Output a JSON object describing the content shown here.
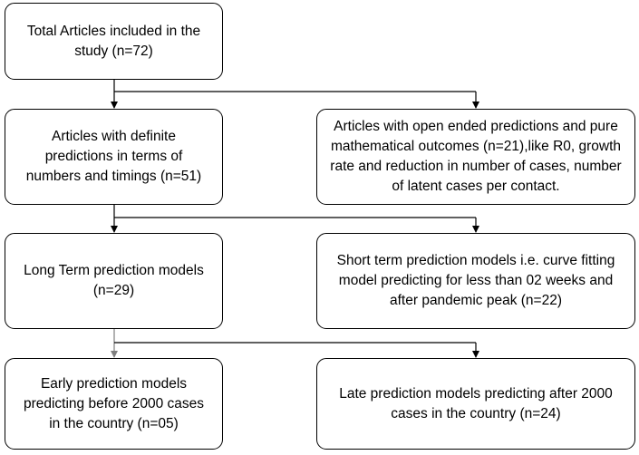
{
  "nodes": {
    "total": {
      "text": "Total Articles included in the study (n=72)"
    },
    "definite": {
      "text": "Articles with definite predictions in terms of numbers and timings (n=51)"
    },
    "open": {
      "text": "Articles with open ended predictions and pure mathematical outcomes (n=21),like R0, growth rate and reduction in number of cases, number of latent cases per contact."
    },
    "long": {
      "text": "Long Term prediction models (n=29)"
    },
    "short": {
      "text": "Short term prediction models i.e. curve fitting model predicting for less than 02 weeks and after pandemic peak (n=22)"
    },
    "early": {
      "text": "Early prediction models predicting before 2000 cases in the country (n=05)"
    },
    "late": {
      "text": "Late prediction models predicting after 2000 cases in the country (n=24)"
    }
  },
  "colors": {
    "line": "#000000",
    "line_light": "#7f7f7f",
    "border": "#000000"
  }
}
